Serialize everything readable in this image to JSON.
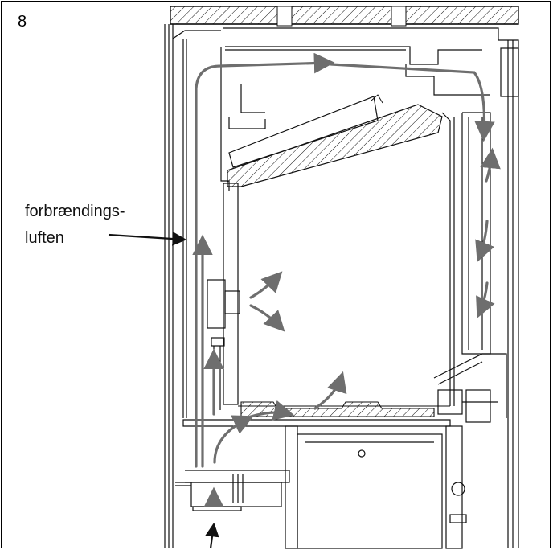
{
  "figure": {
    "number": "8",
    "label": {
      "line1": "forbrændings-",
      "line2": "luften"
    }
  },
  "colors": {
    "line": "#111111",
    "airflow_arrow": "#6e6e6e",
    "pointer_arrow": "#111111"
  }
}
